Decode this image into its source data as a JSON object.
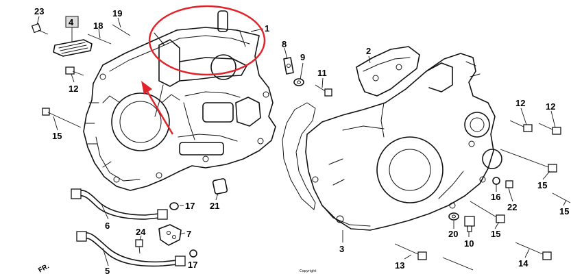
{
  "diagram": {
    "callouts": [
      {
        "id": "c23",
        "text": "23"
      },
      {
        "id": "c4",
        "text": "4"
      },
      {
        "id": "c19",
        "text": "19"
      },
      {
        "id": "c18",
        "text": "18"
      },
      {
        "id": "c1",
        "text": "1"
      },
      {
        "id": "c12a",
        "text": "12"
      },
      {
        "id": "c15a",
        "text": "15"
      },
      {
        "id": "c8",
        "text": "8"
      },
      {
        "id": "c9",
        "text": "9"
      },
      {
        "id": "c11",
        "text": "11"
      },
      {
        "id": "c2",
        "text": "2"
      },
      {
        "id": "c12b",
        "text": "12"
      },
      {
        "id": "c12c",
        "text": "12"
      },
      {
        "id": "c15b",
        "text": "15"
      },
      {
        "id": "c15c",
        "text": "15"
      },
      {
        "id": "c16",
        "text": "16"
      },
      {
        "id": "c22",
        "text": "22"
      },
      {
        "id": "c20",
        "text": "20"
      },
      {
        "id": "c10",
        "text": "10"
      },
      {
        "id": "c15d",
        "text": "15"
      },
      {
        "id": "c17a",
        "text": "17"
      },
      {
        "id": "c21",
        "text": "21"
      },
      {
        "id": "c6",
        "text": "6"
      },
      {
        "id": "c24",
        "text": "24"
      },
      {
        "id": "c7",
        "text": "7"
      },
      {
        "id": "c5",
        "text": "5"
      },
      {
        "id": "c17b",
        "text": "17"
      },
      {
        "id": "c3",
        "text": "3"
      },
      {
        "id": "c13",
        "text": "13"
      },
      {
        "id": "c14",
        "text": "14"
      }
    ],
    "corner_text": "FR.",
    "copyright": "Copyright",
    "highlight_color": "#e0242b"
  }
}
